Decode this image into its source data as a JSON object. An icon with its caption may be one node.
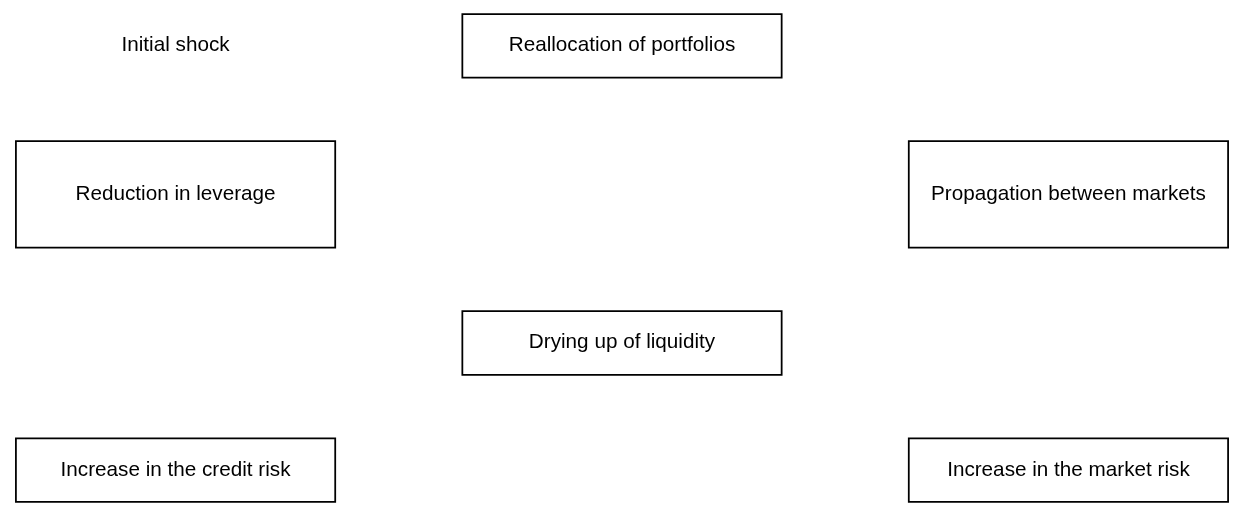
{
  "diagram": {
    "nodes": [
      {
        "text": [
          "Reallocation of portfolios"
        ]
      },
      {
        "text": [
          "Reduction in leverage"
        ]
      },
      {
        "text": [
          "Propagation between markets"
        ]
      },
      {
        "text": [
          "Drying up of liquidity"
        ]
      },
      {
        "text": [
          "Increase in the credit risk"
        ]
      },
      {
        "text": [
          "Increase in the market risk"
        ]
      }
    ],
    "labels": [
      "Initial shock"
    ]
  }
}
